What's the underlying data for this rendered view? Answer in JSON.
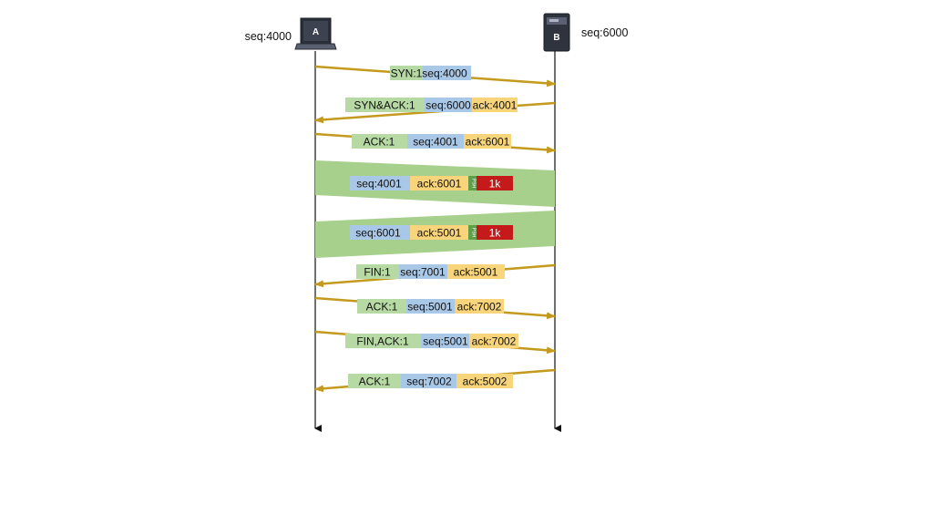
{
  "hosts": {
    "a": {
      "icon_label": "A",
      "icon": "laptop-icon",
      "seq_label": "seq:4000"
    },
    "b": {
      "icon_label": "B",
      "icon": "server-icon",
      "seq_label": "seq:6000"
    }
  },
  "colors": {
    "arrow": "#c49a1e",
    "green": "#b7d9a4",
    "blue": "#a9c7e6",
    "yellow": "#f8d57a",
    "red": "#c41a1a",
    "band": "#a8d08d",
    "psh": "#5f9f4a"
  },
  "messages": [
    {
      "direction": "A-to-B",
      "fields": [
        "SYN:1",
        "seq:4000"
      ]
    },
    {
      "direction": "B-to-A",
      "fields": [
        "SYN&ACK:1",
        "seq:6000",
        "ack:4001"
      ]
    },
    {
      "direction": "A-to-B",
      "fields": [
        "ACK:1",
        "seq:4001",
        "ack:6001"
      ]
    },
    {
      "direction": "A-to-B",
      "kind": "data",
      "fields": [
        "seq:4001",
        "ack:6001",
        "PSH",
        "1k"
      ]
    },
    {
      "direction": "B-to-A",
      "kind": "data",
      "fields": [
        "seq:6001",
        "ack:5001",
        "PSH",
        "1k"
      ]
    },
    {
      "direction": "B-to-A",
      "fields": [
        "FIN:1",
        "seq:7001",
        "ack:5001"
      ]
    },
    {
      "direction": "A-to-B",
      "fields": [
        "ACK:1",
        "seq:5001",
        "ack:7002"
      ]
    },
    {
      "direction": "A-to-B",
      "fields": [
        "FIN,ACK:1",
        "seq:5001",
        "ack:7002"
      ]
    },
    {
      "direction": "B-to-A",
      "fields": [
        "ACK:1",
        "seq:7002",
        "ack:5002"
      ]
    }
  ]
}
